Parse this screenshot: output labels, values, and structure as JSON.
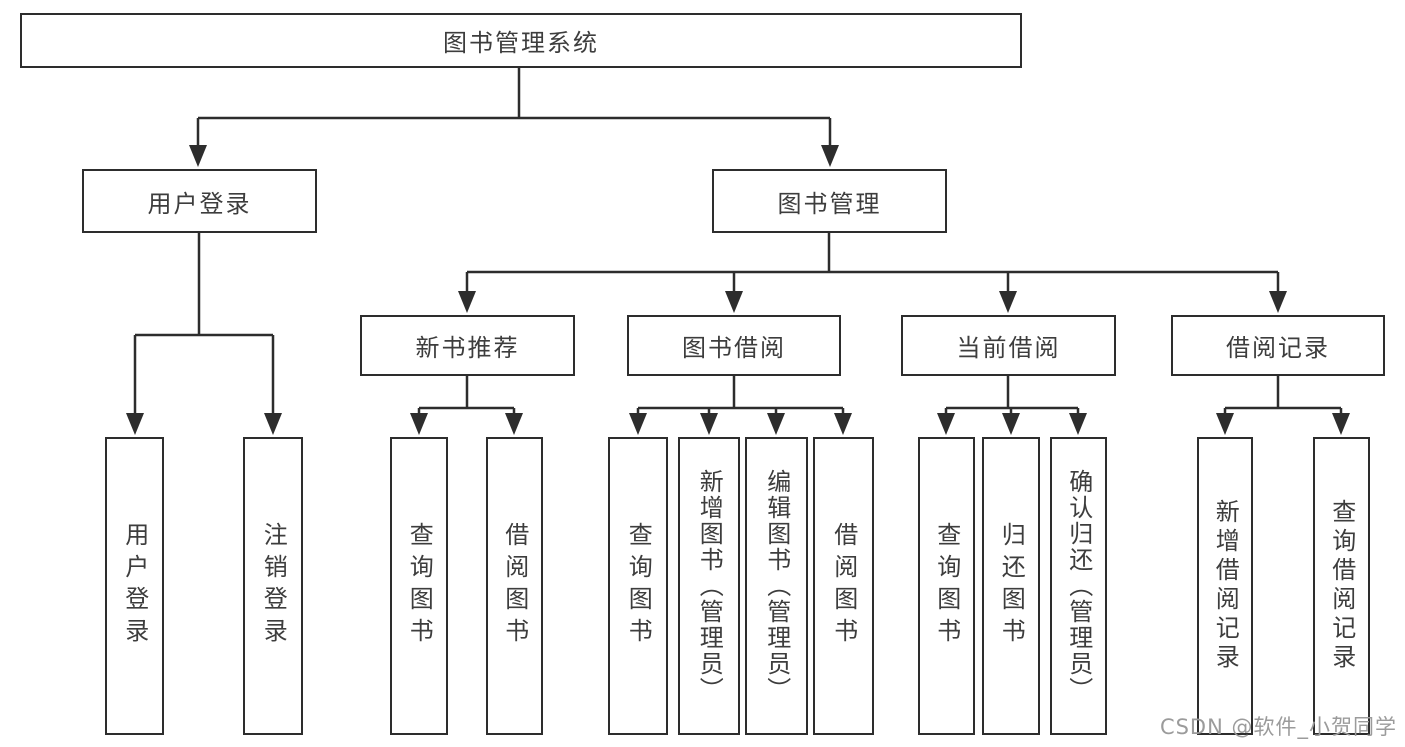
{
  "tree": {
    "root": {
      "label": "图书管理系统"
    },
    "branches": [
      {
        "label": "用户登录",
        "leaves": [
          {
            "label": "用户登录"
          },
          {
            "label": "注销登录"
          }
        ]
      },
      {
        "label": "图书管理",
        "groups": [
          {
            "label": "新书推荐",
            "leaves": [
              {
                "label": "查询图书"
              },
              {
                "label": "借阅图书"
              }
            ]
          },
          {
            "label": "图书借阅",
            "leaves": [
              {
                "label": "查询图书"
              },
              {
                "label": "新增图书（管理员）"
              },
              {
                "label": "编辑图书（管理员）"
              },
              {
                "label": "借阅图书"
              }
            ]
          },
          {
            "label": "当前借阅",
            "leaves": [
              {
                "label": "查询图书"
              },
              {
                "label": "归还图书"
              },
              {
                "label": "确认归还（管理员）"
              }
            ]
          },
          {
            "label": "借阅记录",
            "leaves": [
              {
                "label": "新增借阅记录"
              },
              {
                "label": "查询借阅记录"
              }
            ]
          }
        ]
      }
    ]
  },
  "watermark": {
    "text": "CSDN @软件_小贺同学"
  },
  "colors": {
    "line": "#2d2d2d",
    "box_border": "#2d2d2d",
    "text": "#3d3d3d",
    "watermark": "#9b9b9b",
    "background": "#ffffff"
  }
}
